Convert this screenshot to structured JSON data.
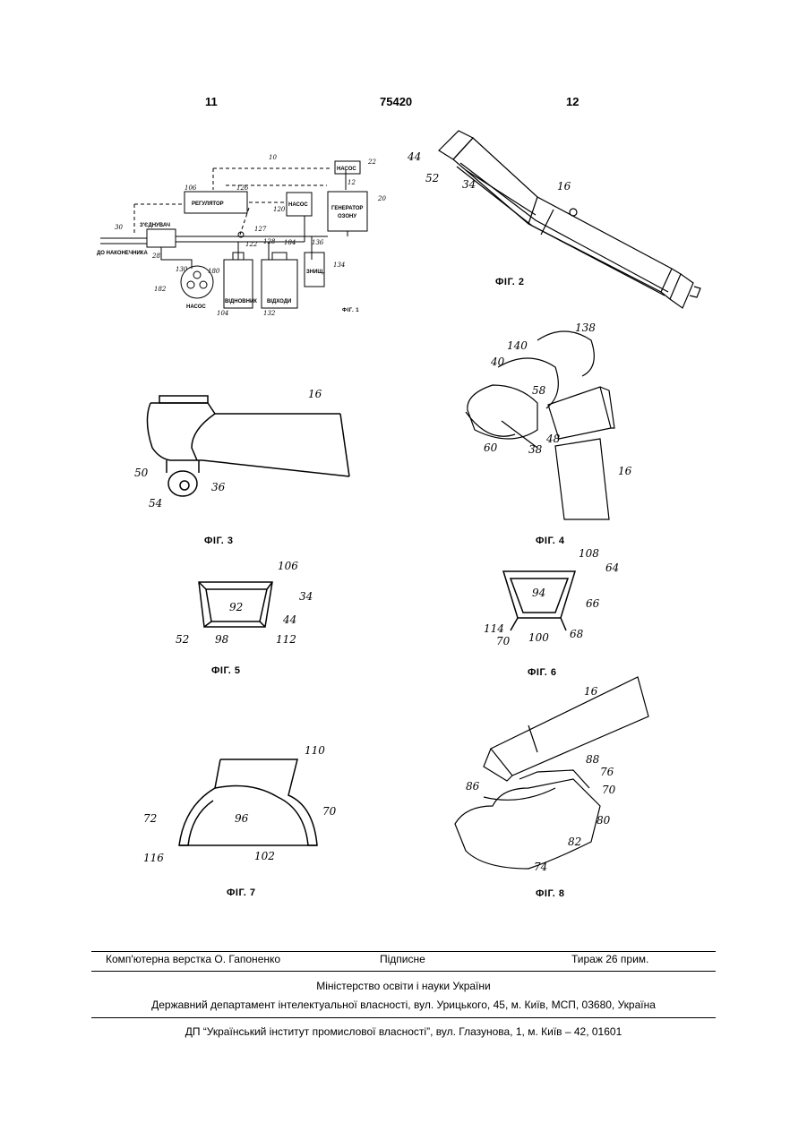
{
  "header": {
    "left_page": "11",
    "patent_number": "75420",
    "right_page": "12"
  },
  "fig1": {
    "caption": "ФІГ. 1",
    "blocks": {
      "pump_top": "НАСОС",
      "regulator": "РЕГУЛЯТОР",
      "pump_mid": "НАСОС",
      "ozone_gen_1": "ГЕНЕРАТОР",
      "ozone_gen_2": "ОЗОНУ",
      "connector": "З'ЄДНУВАЧ",
      "to_tip": "ДО НАКОНЕЧНИКА",
      "pump_bottom": "НАСОС",
      "reductant": "ВІДНОВНИК",
      "waste": "ВІДХОДИ",
      "destroyer": "ЗНИЩ."
    },
    "refs": [
      "10",
      "12",
      "20",
      "22",
      "28",
      "30",
      "104",
      "106",
      "120",
      "122",
      "126",
      "127",
      "128",
      "130",
      "132",
      "134",
      "136",
      "180",
      "182",
      "184"
    ]
  },
  "fig2": {
    "caption": "ФІГ. 2",
    "refs": [
      "44",
      "52",
      "34",
      "16"
    ]
  },
  "fig3": {
    "caption": "ФІГ. 3",
    "refs": [
      "16",
      "50",
      "36",
      "54"
    ]
  },
  "fig4": {
    "caption": "ФІГ. 4",
    "refs": [
      "138",
      "140",
      "40",
      "58",
      "48",
      "38",
      "60",
      "16"
    ]
  },
  "fig5": {
    "caption": "ФІГ. 5",
    "refs": [
      "106",
      "34",
      "92",
      "44",
      "52",
      "98",
      "112"
    ]
  },
  "fig6": {
    "caption": "ФІГ. 6",
    "refs": [
      "108",
      "64",
      "94",
      "66",
      "114",
      "70",
      "100",
      "68"
    ]
  },
  "fig7": {
    "caption": "ФІГ. 7",
    "refs": [
      "110",
      "72",
      "96",
      "70",
      "116",
      "102"
    ]
  },
  "fig8": {
    "caption": "ФІГ. 8",
    "refs": [
      "16",
      "88",
      "76",
      "86",
      "70",
      "80",
      "82",
      "74"
    ]
  },
  "footer": {
    "layout": "Комп'ютерна верстка О. Гапоненко",
    "signed": "Підписне",
    "circulation": "Тираж 26 прим.",
    "ministry": "Міністерство освіти і науки України",
    "department": "Державний департамент інтелектуальної власності, вул. Урицького, 45, м. Київ, МСП, 03680, Україна",
    "institute": "ДП “Український інститут промислової власності”, вул. Глазунова, 1, м. Київ – 42, 01601"
  }
}
